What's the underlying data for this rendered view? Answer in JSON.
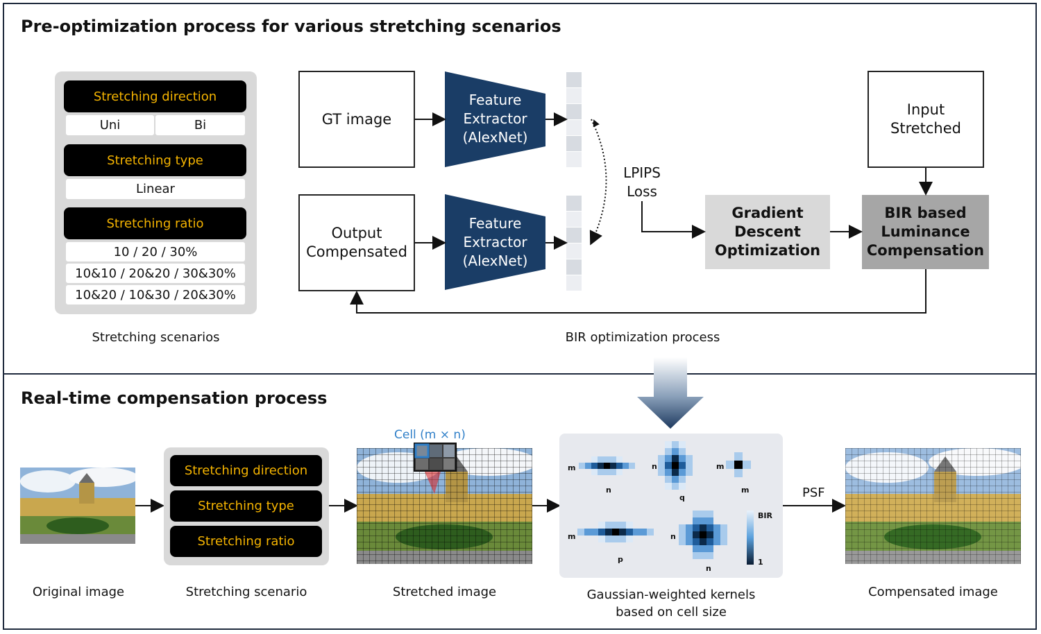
{
  "top": {
    "title": "Pre-optimization process for various stretching scenarios",
    "scenarios": {
      "direction_header": "Stretching direction",
      "direction_uni": "Uni",
      "direction_bi": "Bi",
      "type_header": "Stretching type",
      "type_linear": "Linear",
      "ratio_header": "Stretching ratio",
      "ratio_row1": "10 / 20 / 30%",
      "ratio_row2": "10&10 / 20&20 / 30&30%",
      "ratio_row3": "10&20 / 10&30 / 20&30%",
      "caption": "Stretching scenarios"
    },
    "gt_image": "GT image",
    "output_line1": "Output",
    "output_line2": "Compensated",
    "fe1_line1": "Feature",
    "fe1_line2": "Extractor",
    "fe1_line3": "(AlexNet)",
    "fe2_line1": "Feature",
    "fe2_line2": "Extractor",
    "fe2_line3": "(AlexNet)",
    "lpips_line1": "LPIPS",
    "lpips_line2": "Loss",
    "gd_line1": "Gradient",
    "gd_line2": "Descent",
    "gd_line3": "Optimization",
    "input_line1": "Input",
    "input_line2": "Stretched",
    "bir_line1": "BIR based",
    "bir_line2": "Luminance",
    "bir_line3": "Compensation",
    "process_caption": "BIR optimization process"
  },
  "bottom": {
    "title": "Real-time compensation process",
    "original_caption": "Original image",
    "scenario_direction": "Stretching direction",
    "scenario_type": "Stretching type",
    "scenario_ratio": "Stretching ratio",
    "scenario_caption": "Stretching scenario",
    "cell_label": "Cell (m × n)",
    "stretched_caption": "Stretched image",
    "kernels_caption_line1": "Gaussian-weighted kernels",
    "kernels_caption_line2": "based on cell size",
    "psf": "PSF",
    "compensated_caption": "Compensated image",
    "kernel_labels": {
      "k1_side": "m",
      "k1_bottom": "n",
      "k2_side": "n",
      "k2_bottom": "q",
      "k3_side": "m",
      "k3_bottom": "m",
      "k4_side": "m",
      "k4_bottom": "p",
      "k5_side": "n",
      "k5_bottom": "n",
      "colorbar_top": "BIR",
      "colorbar_bottom": "1"
    }
  },
  "colors": {
    "navy": "#1a3d66",
    "pill_text": "#f5b400",
    "cell_blue": "#2f7fc8"
  }
}
